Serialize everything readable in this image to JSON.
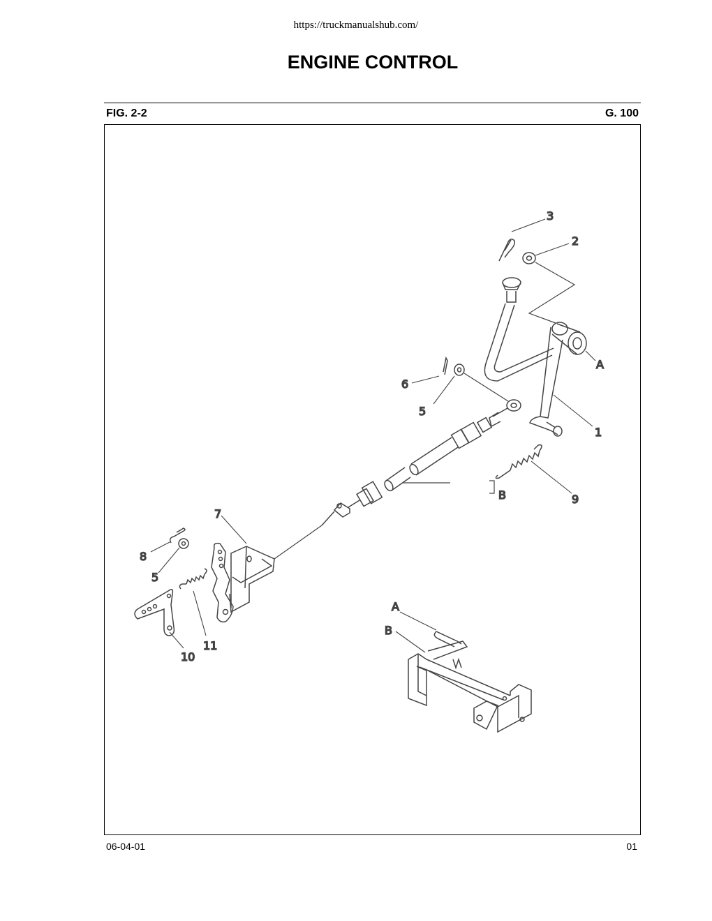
{
  "header": {
    "url": "https://truckmanualshub.com/",
    "title": "ENGINE CONTROL"
  },
  "figure": {
    "left_label": "FIG. 2-2",
    "right_label": "G. 100",
    "callouts": {
      "c1": "1",
      "c2": "2",
      "c3": "3",
      "cA": "A",
      "c6": "6",
      "c5a": "5",
      "cB": "B",
      "c9": "9",
      "c7": "7",
      "c8": "8",
      "c5b": "5",
      "c11": "11",
      "c10": "10",
      "cA2": "A",
      "cB2": "B"
    }
  },
  "footer": {
    "date": "06-04-01",
    "page": "01"
  }
}
